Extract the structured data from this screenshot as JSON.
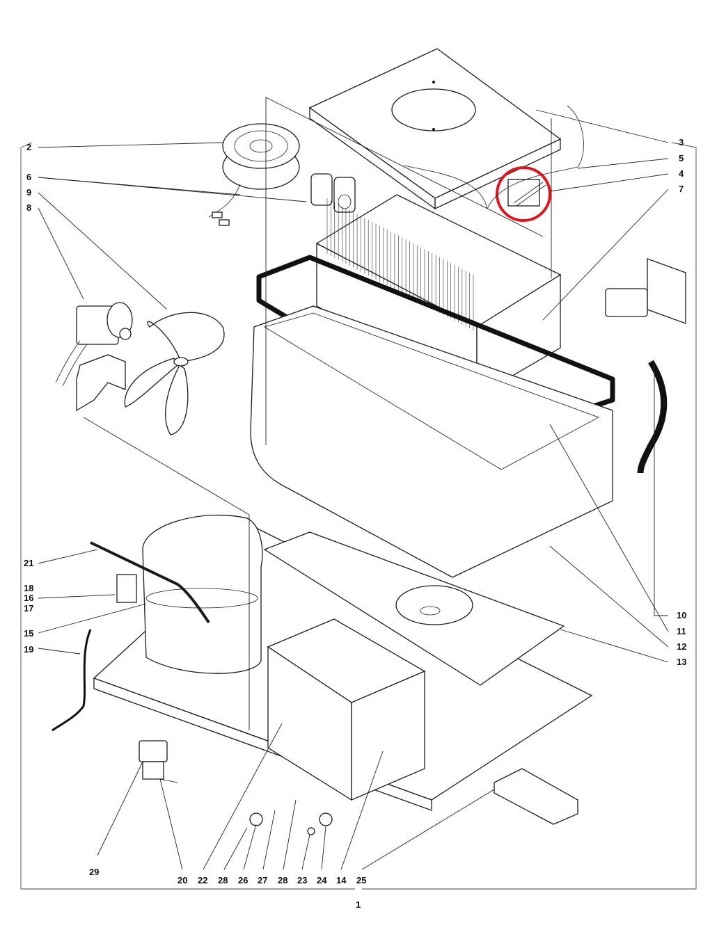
{
  "labels": {
    "l1": "1",
    "l2": "2",
    "l3": "3",
    "l4": "4",
    "l5": "5",
    "l6": "6",
    "l7": "7",
    "l8": "8",
    "l9": "9",
    "l10": "10",
    "l11": "11",
    "l12": "12",
    "l13": "13",
    "l14": "14",
    "l15": "15",
    "l16": "16",
    "l17": "17",
    "l18": "18",
    "l19": "19",
    "l20": "20",
    "l21": "21",
    "l22": "22",
    "l23": "23",
    "l24": "24",
    "l25": "25",
    "l26": "26",
    "l27": "27",
    "l28a": "28",
    "l28b": "28",
    "l29": "29"
  },
  "highlight_color": "#e0141c"
}
